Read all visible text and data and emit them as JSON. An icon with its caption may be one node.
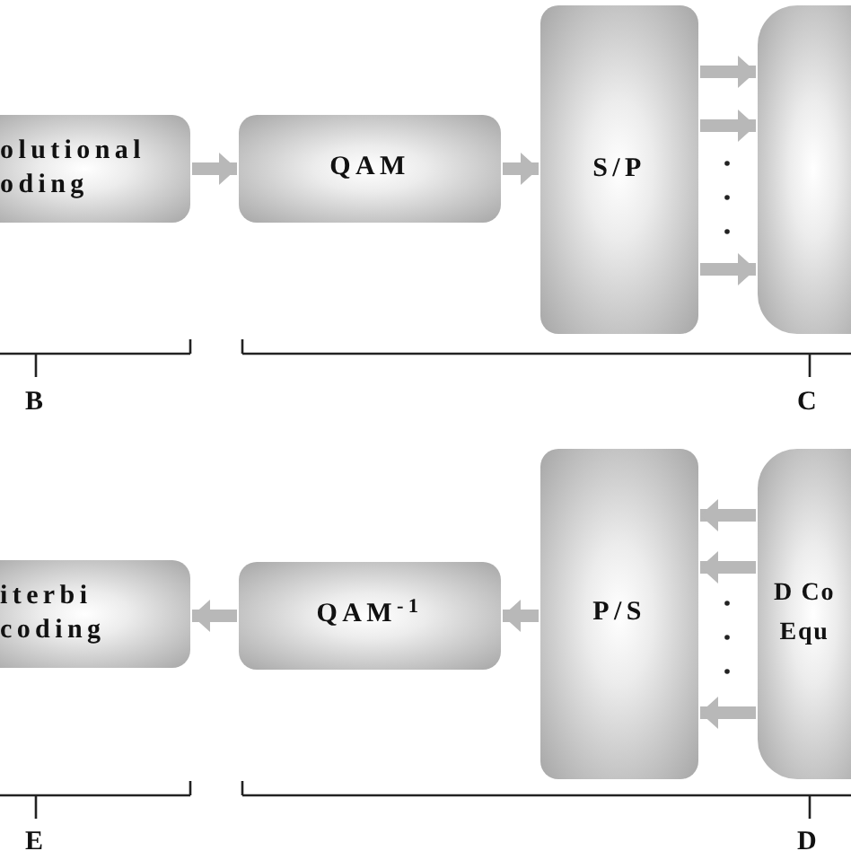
{
  "diagram": {
    "nodes": [
      {
        "text": [
          "olutional oding"
        ]
      },
      {
        "text": [
          "QAM"
        ]
      },
      {
        "text": [
          "S/P"
        ]
      },
      {
        "text": [],
        "shape": "box"
      },
      {
        "text": [
          "iterbi coding"
        ]
      },
      {
        "text": [
          "QAM$^{-1}$"
        ]
      },
      {
        "text": [
          "P/S"
        ]
      },
      {
        "text": [
          "D Co Equ"
        ]
      }
    ],
    "edges": [
      {
        "from": 0,
        "to": 1,
        "arrow": "to"
      },
      {
        "from": 1,
        "to": 2,
        "arrow": "to"
      },
      {
        "from": 2,
        "to": 3,
        "arrow": "to"
      },
      {
        "from": 2,
        "to": 3,
        "arrow": "to"
      },
      {
        "from": 2,
        "to": 3,
        "arrow": "to"
      },
      {
        "from": 5,
        "to": 4,
        "arrow": "to"
      },
      {
        "from": 6,
        "to": 5,
        "arrow": "to"
      },
      {
        "from": 7,
        "to": 6,
        "arrow": "to"
      },
      {
        "from": 7,
        "to": 6,
        "arrow": "to"
      },
      {
        "from": 7,
        "to": 6,
        "arrow": "to"
      }
    ],
    "labels": [
      "B",
      "C",
      "E",
      "D"
    ]
  }
}
